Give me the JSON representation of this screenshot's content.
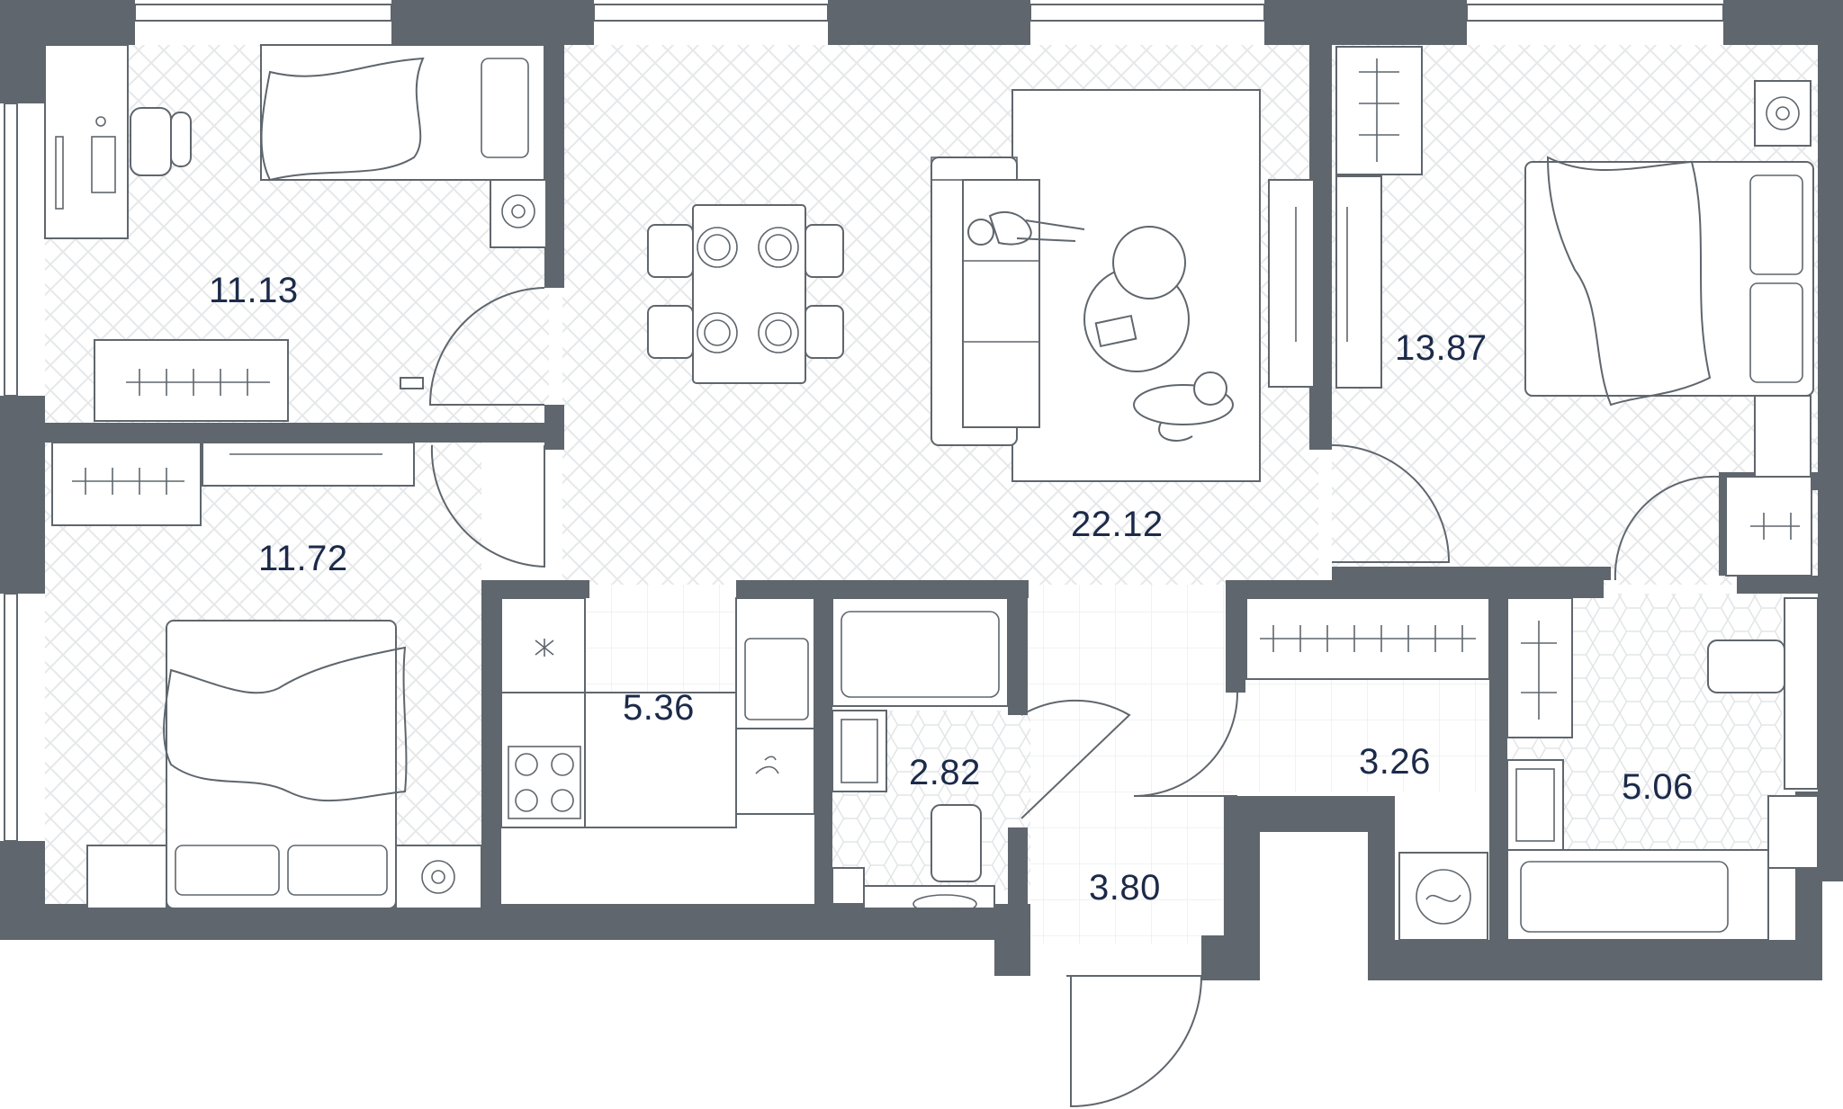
{
  "colors": {
    "wall": "#5f666d",
    "label": "#1c2a4a",
    "floor_pattern": "#e6e8ea",
    "background": "#ffffff"
  },
  "rooms": [
    {
      "id": "bedroom-1",
      "area": "11.13"
    },
    {
      "id": "bedroom-2",
      "area": "11.72"
    },
    {
      "id": "living-room",
      "area": "22.12"
    },
    {
      "id": "bedroom-3",
      "area": "13.87"
    },
    {
      "id": "kitchen",
      "area": "5.36"
    },
    {
      "id": "bathroom-small",
      "area": "2.82"
    },
    {
      "id": "entrance-hall",
      "area": "3.80"
    },
    {
      "id": "wardrobe",
      "area": "3.26"
    },
    {
      "id": "bathroom-large",
      "area": "5.06"
    }
  ],
  "icons": [
    "bed-icon",
    "desk-icon",
    "chair-icon",
    "wardrobe-icon",
    "dining-table-icon",
    "sofa-icon",
    "rug-icon",
    "coffee-table-icon",
    "person-icon",
    "cat-icon",
    "stove-icon",
    "sink-icon",
    "bathtub-icon",
    "toilet-icon",
    "washing-machine-icon",
    "door-icon"
  ]
}
